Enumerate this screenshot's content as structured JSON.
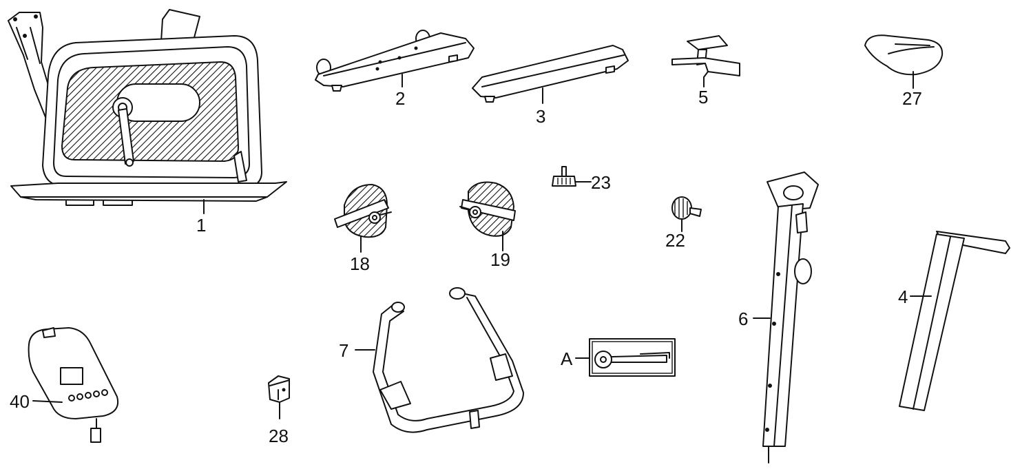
{
  "parts": [
    {
      "id": "frame",
      "label": "1"
    },
    {
      "id": "front-stabilizer",
      "label": "2"
    },
    {
      "id": "rear-stabilizer",
      "label": "3"
    },
    {
      "id": "handlebar-post",
      "label": "4"
    },
    {
      "id": "seat-bracket",
      "label": "5"
    },
    {
      "id": "seat-post",
      "label": "6"
    },
    {
      "id": "handlebar",
      "label": "7"
    },
    {
      "id": "left-pedal",
      "label": "18"
    },
    {
      "id": "right-pedal",
      "label": "19"
    },
    {
      "id": "knob-22",
      "label": "22"
    },
    {
      "id": "knob-23",
      "label": "23"
    },
    {
      "id": "seat",
      "label": "27"
    },
    {
      "id": "clamp",
      "label": "28"
    },
    {
      "id": "console",
      "label": "40"
    },
    {
      "id": "tool-kit",
      "label": "A"
    }
  ]
}
